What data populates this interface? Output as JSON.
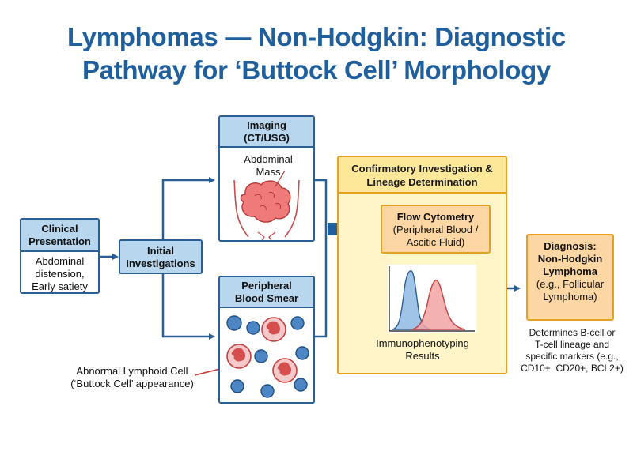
{
  "title": {
    "line1": "Lymphomas — Non-Hodgkin: Diagnostic",
    "line2": "Pathway for ‘Buttock Cell’ Morphology"
  },
  "clinical": {
    "header_line1": "Clinical",
    "header_line2": "Presentation",
    "body_line1": "Abdominal",
    "body_line2": "distension,",
    "body_line3": "Early satiety"
  },
  "initial": {
    "line1": "Initial",
    "line2": "Investigations"
  },
  "imaging": {
    "header_line1": "Imaging",
    "header_line2": "(CT/USG)",
    "label_line1": "Abdominal",
    "label_line2": "Mass"
  },
  "smear": {
    "header_line1": "Peripheral",
    "header_line2": "Blood Smear",
    "annotation_line1": "Abnormal Lymphoid Cell",
    "annotation_line2": "(‘Buttock Cell’ appearance)"
  },
  "confirm": {
    "header_line1": "Confirmatory Investigation &",
    "header_line2": "Lineage Determination",
    "flow_title": "Flow Cytometry",
    "flow_line2": "(Peripheral Blood /",
    "flow_line3": "Ascitic Fluid)",
    "results_line1": "Immunophenotyping",
    "results_line2": "Results"
  },
  "diagnosis": {
    "line1": "Diagnosis:",
    "line2": "Non-Hodgkin",
    "line3": "Lymphoma",
    "line4": "(e.g., Follicular",
    "line5": "Lymphoma)",
    "note_line1": "Determines B-cell or",
    "note_line2": "T-cell lineage and",
    "note_line3": "specific markers (e.g.,",
    "note_line4": "CD10+, CD20+, BCL2+)"
  },
  "colors": {
    "title": "#1f5f9e",
    "box_border": "#2a5f96",
    "box_header": "#b9d6ef",
    "panel_fill": "#fff5c9",
    "panel_border": "#e4a124",
    "orange_box": "#fcd7a3",
    "cell_blue": "#4d86c4",
    "cell_red": "#e06c6c"
  }
}
